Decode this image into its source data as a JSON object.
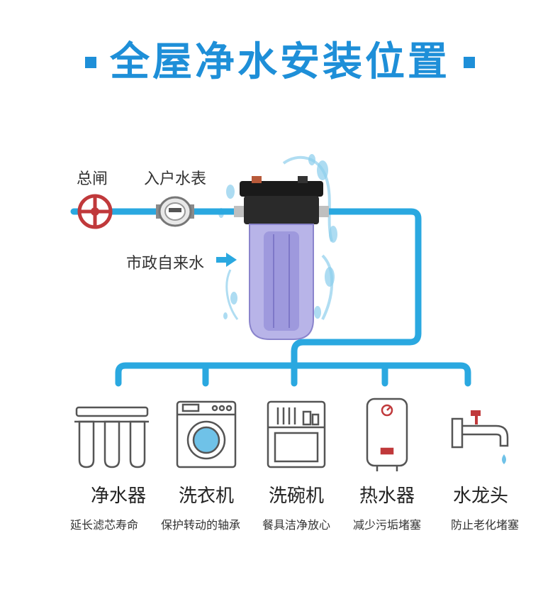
{
  "title": "全屋净水安装位置",
  "labels": {
    "main_valve": "总闸",
    "water_meter": "入户水表",
    "municipal_water": "市政自来水"
  },
  "appliances": [
    {
      "icon": "water-purifier-icon",
      "name": "净水器",
      "desc": "延长滤芯寿命"
    },
    {
      "icon": "washing-machine-icon",
      "name": "洗衣机",
      "desc": "保护转动的轴承"
    },
    {
      "icon": "dishwasher-icon",
      "name": "洗碗机",
      "desc": "餐具洁净放心"
    },
    {
      "icon": "water-heater-icon",
      "name": "热水器",
      "desc": "减少污垢堵塞"
    },
    {
      "icon": "faucet-icon",
      "name": "水龙头",
      "desc": "防止老化堵塞"
    }
  ],
  "colors": {
    "accent": "#1e8fd8",
    "pipe": "#2aa8e0",
    "valve": "#c0393b",
    "icon_stroke": "#555555"
  }
}
